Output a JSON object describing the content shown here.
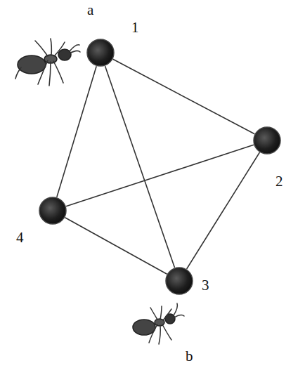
{
  "diagram": {
    "nodes": [
      {
        "text": [
          "1"
        ]
      },
      {
        "text": [
          "2"
        ]
      },
      {
        "text": [
          "3"
        ]
      },
      {
        "text": [
          "4"
        ]
      }
    ],
    "edges": [
      {
        "from": 0,
        "to": 1,
        "arrow": "none"
      },
      {
        "from": 0,
        "to": 2,
        "arrow": "none"
      },
      {
        "from": 0,
        "to": 3,
        "arrow": "none"
      },
      {
        "from": 1,
        "to": 2,
        "arrow": "none"
      },
      {
        "from": 1,
        "to": 3,
        "arrow": "none"
      },
      {
        "from": 2,
        "to": 3,
        "arrow": "none"
      }
    ],
    "labels": [
      "a",
      "b"
    ]
  }
}
